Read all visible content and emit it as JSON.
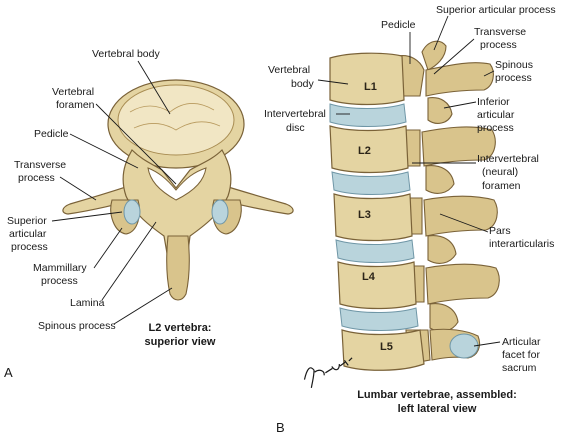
{
  "panel_a": {
    "letter": "A",
    "caption_line1": "L2 vertebra:",
    "caption_line2": "superior view",
    "labels": {
      "vertebral_body": "Vertebral body",
      "vertebral_foramen_1": "Vertebral",
      "vertebral_foramen_2": "foramen",
      "pedicle": "Pedicle",
      "transverse_process_1": "Transverse",
      "transverse_process_2": "process",
      "superior_articular_1": "Superior",
      "superior_articular_2": "articular",
      "superior_articular_3": "process",
      "mammillary_1": "Mammillary",
      "mammillary_2": "process",
      "lamina": "Lamina",
      "spinous_process": "Spinous process"
    }
  },
  "panel_b": {
    "letter": "B",
    "caption_line1": "Lumbar vertebrae, assembled:",
    "caption_line2": "left lateral view",
    "vertebrae": [
      "L1",
      "L2",
      "L3",
      "L4",
      "L5"
    ],
    "labels": {
      "pedicle": "Pedicle",
      "superior_articular": "Superior articular process",
      "transverse_1": "Transverse",
      "transverse_2": "process",
      "spinous_1": "Spinous",
      "spinous_2": "process",
      "vertebral_body_1": "Vertebral",
      "vertebral_body_2": "body",
      "inferior_articular_1": "Inferior",
      "inferior_articular_2": "articular",
      "inferior_articular_3": "process",
      "intervertebral_disc_1": "Intervertebral",
      "intervertebral_disc_2": "disc",
      "foramen_1": "Intervertebral",
      "foramen_2": "(neural)",
      "foramen_3": "foramen",
      "pars_1": "Pars",
      "pars_2": "interarticularis",
      "facet_1": "Articular",
      "facet_2": "facet for",
      "facet_3": "sacrum"
    },
    "signature": "F. Netter"
  },
  "colors": {
    "bone": "#e4d4a2",
    "cartilage": "#b9d4dc"
  }
}
